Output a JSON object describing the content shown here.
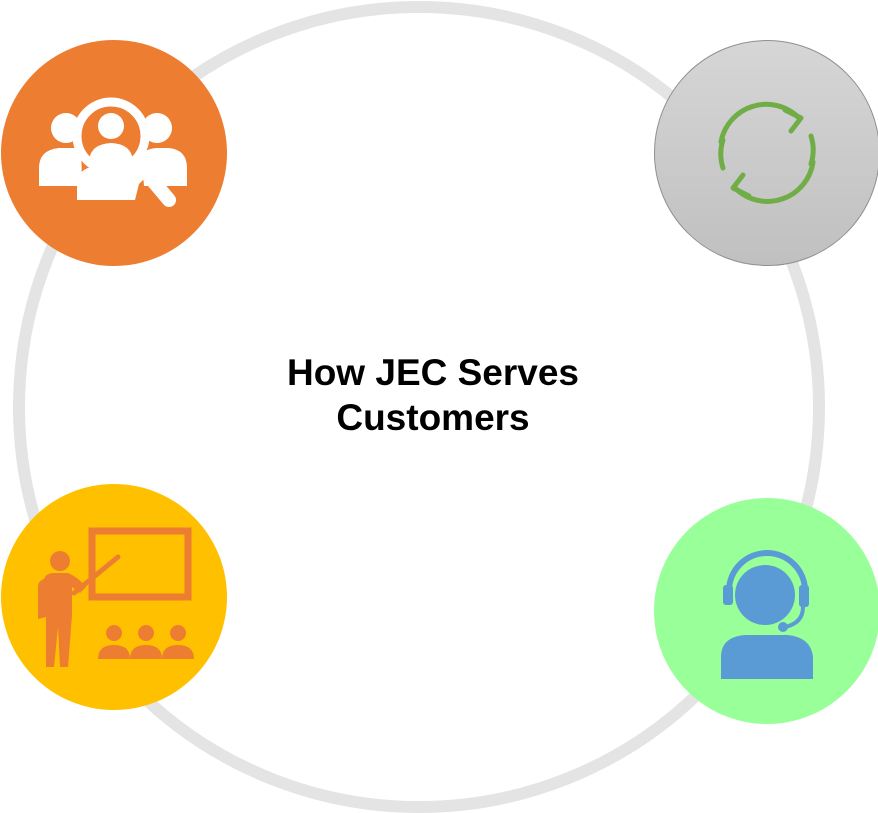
{
  "title": {
    "line1": "How JEC Serves",
    "line2": "Customers"
  },
  "nodes": [
    {
      "id": "customer-search",
      "icon": "user-search-icon",
      "fill": "#ed7d31"
    },
    {
      "id": "continuous-cycle",
      "icon": "refresh-cycle-icon",
      "fill": "#c9c9c9",
      "icon_color": "#70ad47"
    },
    {
      "id": "training",
      "icon": "presentation-training-icon",
      "fill": "#ffc000",
      "icon_color": "#ed7d31"
    },
    {
      "id": "support",
      "icon": "headset-support-icon",
      "fill": "#99ff99",
      "icon_color": "#5b9bd5"
    }
  ],
  "colors": {
    "ring": "#e4e4e4",
    "text": "#000000"
  }
}
